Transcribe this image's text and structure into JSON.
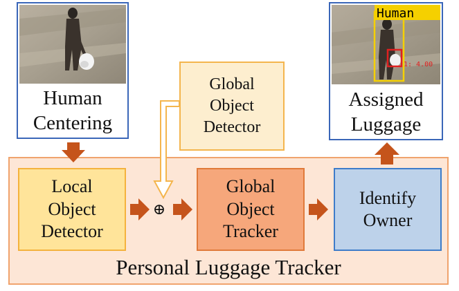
{
  "input": {
    "caption": "Human\nCentering"
  },
  "output": {
    "caption": "Assigned\nLuggage",
    "human_label": "Human",
    "luggage_label": "1: 4.00"
  },
  "global_detector": {
    "label": "Global\nObject\nDetector"
  },
  "local_detector": {
    "label": "Local\nObject\nDetector"
  },
  "operator_symbol": "⊕",
  "global_tracker": {
    "label": "Global\nObject\nTracker"
  },
  "identify_owner": {
    "label": "Identify\nOwner"
  },
  "tracker_title": "Personal Luggage Tracker",
  "colors": {
    "arrow": "#c5541b",
    "hollow_arrow_fill": "#ffffff",
    "hollow_arrow_stroke": "#f4b54d",
    "card_border": "#3a66b8",
    "human_box": "#f5d000",
    "luggage_box": "#e02020"
  }
}
